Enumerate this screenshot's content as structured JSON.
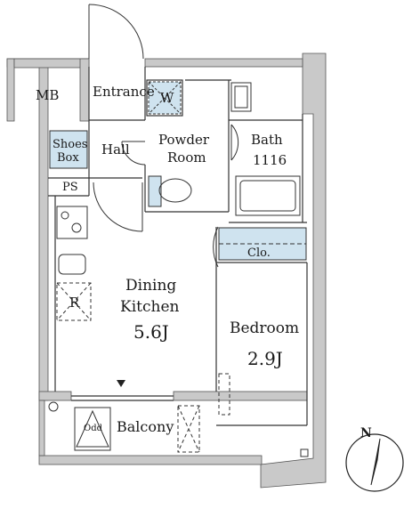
{
  "rooms": {
    "mb": "MB",
    "entrance": "Entrance",
    "washer": "W",
    "powder_room": [
      "Powder",
      "Room"
    ],
    "bath": [
      "Bath",
      "1116"
    ],
    "shoes_box": [
      "Shoes",
      "Box"
    ],
    "hall": "Hall",
    "ps": "PS",
    "closet": "Clo.",
    "fridge": "R",
    "dining_kitchen": [
      "Dining",
      "Kitchen",
      "5.6J"
    ],
    "bedroom": [
      "Bedroom",
      "2.9J"
    ],
    "balcony": "Balcony",
    "outdoor_unit": "Odd"
  },
  "compass": {
    "label": "N"
  },
  "colors": {
    "wall": "#c9c9c9",
    "fixture_fill": "#cfe3ef",
    "line": "#222222"
  }
}
